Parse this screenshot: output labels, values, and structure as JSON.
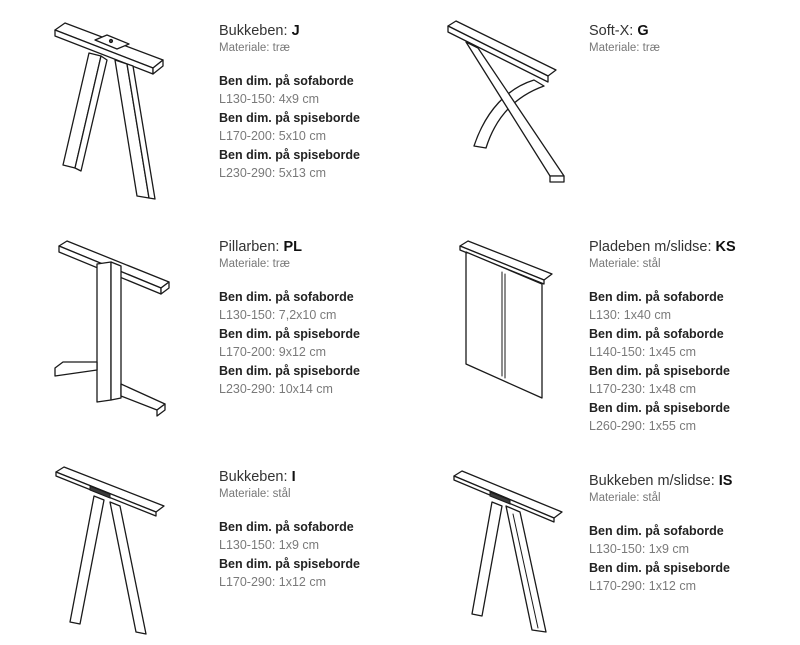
{
  "products": [
    {
      "name_prefix": "Bukkeben: ",
      "code": "J",
      "material": "Materiale: træ",
      "drawing_icon": "wooden-a-frame-leg",
      "specs": [
        {
          "label": "Ben dim. på sofaborde",
          "value": "L130-150: 4x9 cm"
        },
        {
          "label": "Ben dim. på spiseborde",
          "value": "L170-200: 5x10 cm"
        },
        {
          "label": "Ben dim. på spiseborde",
          "value": "L230-290: 5x13 cm"
        }
      ]
    },
    {
      "name_prefix": "Soft-X: ",
      "code": "G",
      "material": "Materiale: træ",
      "drawing_icon": "wooden-x-leg",
      "specs": []
    },
    {
      "name_prefix": "Pillarben: ",
      "code": "PL",
      "material": "Materiale: træ",
      "drawing_icon": "wooden-pillar-leg",
      "specs": [
        {
          "label": "Ben dim. på sofaborde",
          "value": "L130-150: 7,2x10 cm"
        },
        {
          "label": "Ben dim. på spiseborde",
          "value": "L170-200: 9x12 cm"
        },
        {
          "label": "Ben dim. på spiseborde",
          "value": "L230-290: 10x14 cm"
        }
      ]
    },
    {
      "name_prefix": "Pladeben m/slidse: ",
      "code": "KS",
      "material": "Materiale: stål",
      "drawing_icon": "steel-plate-leg",
      "specs": [
        {
          "label": "Ben dim. på sofaborde",
          "value": "L130: 1x40 cm"
        },
        {
          "label": "Ben dim. på sofaborde",
          "value": "L140-150: 1x45 cm"
        },
        {
          "label": "Ben dim. på spiseborde",
          "value": "L170-230: 1x48 cm"
        },
        {
          "label": "Ben dim. på spiseborde",
          "value": "L260-290: 1x55 cm"
        }
      ]
    },
    {
      "name_prefix": "Bukkeben: ",
      "code": "I",
      "material": "Materiale: stål",
      "drawing_icon": "steel-a-frame-leg",
      "specs": [
        {
          "label": "Ben dim. på sofaborde",
          "value": "L130-150: 1x9 cm"
        },
        {
          "label": "Ben dim. på spiseborde",
          "value": "L170-290: 1x12 cm"
        }
      ]
    },
    {
      "name_prefix": "Bukkeben m/slidse: ",
      "code": "IS",
      "material": "Materiale: stål",
      "drawing_icon": "steel-slotted-a-frame-leg",
      "specs": [
        {
          "label": "Ben dim. på sofaborde",
          "value": "L130-150: 1x9 cm"
        },
        {
          "label": "Ben dim. på spiseborde",
          "value": "L170-290: 1x12 cm"
        }
      ]
    }
  ]
}
